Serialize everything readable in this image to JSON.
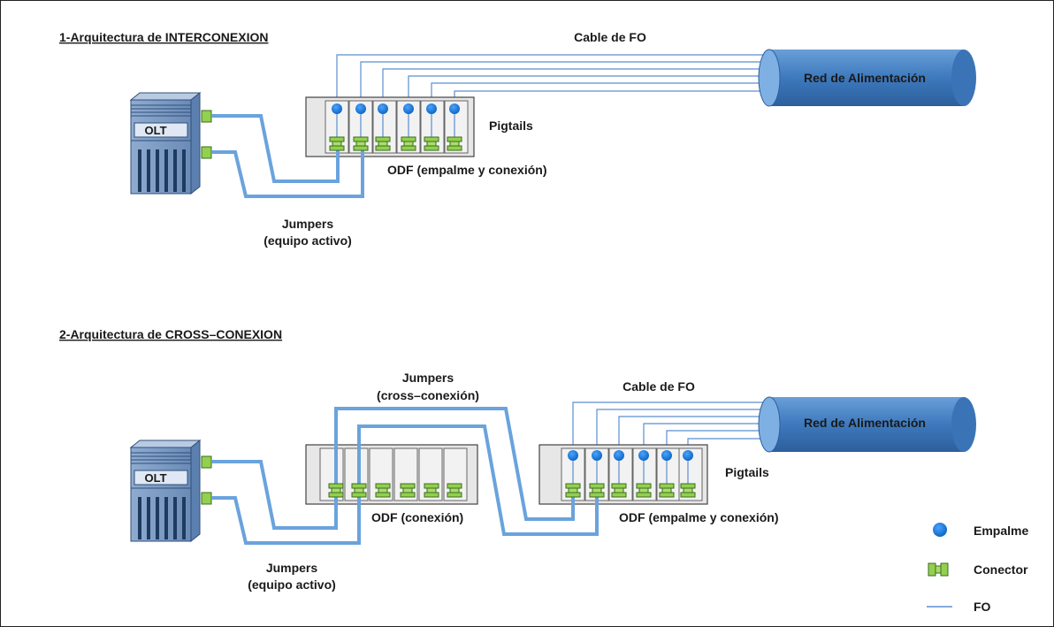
{
  "section1": {
    "title": "1-Arquitectura de INTERCONEXION",
    "olt_label": "OLT",
    "cable_label": "Cable de FO",
    "red_label": "Red de Alimentación",
    "pigtails_label": "Pigtails",
    "odf_label": "ODF (empalme y conexión)",
    "jumpers_line1": "Jumpers",
    "jumpers_line2": "(equipo activo)"
  },
  "section2": {
    "title": "2-Arquitectura de CROSS–CONEXION",
    "olt_label": "OLT",
    "cross_line1": "Jumpers",
    "cross_line2": "(cross–conexión)",
    "cable_label": "Cable de FO",
    "red_label": "Red de Alimentación",
    "pigtails_label": "Pigtails",
    "odf1_label": "ODF (conexión)",
    "odf2_label": "ODF (empalme y conexión)",
    "jumpers_line1": "Jumpers",
    "jumpers_line2": "(equipo activo)"
  },
  "legend": {
    "empalme": "Empalme",
    "conector": "Conector",
    "fo": "FO"
  },
  "colors": {
    "fiber_thin": "#5b8fd0",
    "jumper_thick": "#6aa3dd",
    "splice": "#1479d8",
    "connector": "#92d050",
    "cable": "#4a86c8",
    "olt_body": "#7f9ec4"
  }
}
